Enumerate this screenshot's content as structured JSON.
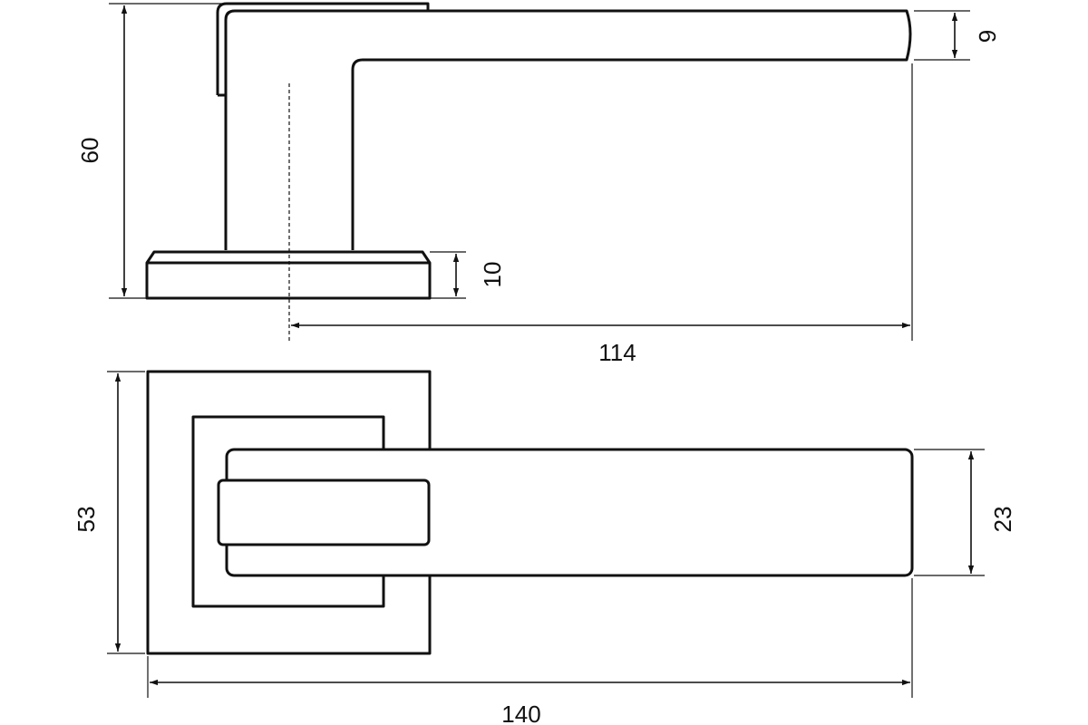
{
  "dimensions": {
    "overall_height": "60",
    "lever_thickness": "9",
    "rose_thickness": "10",
    "axis_to_tip": "114",
    "rose_size": "53",
    "lever_width": "23",
    "overall_length": "140"
  },
  "colors": {
    "stroke": "#111111",
    "background": "#ffffff"
  }
}
